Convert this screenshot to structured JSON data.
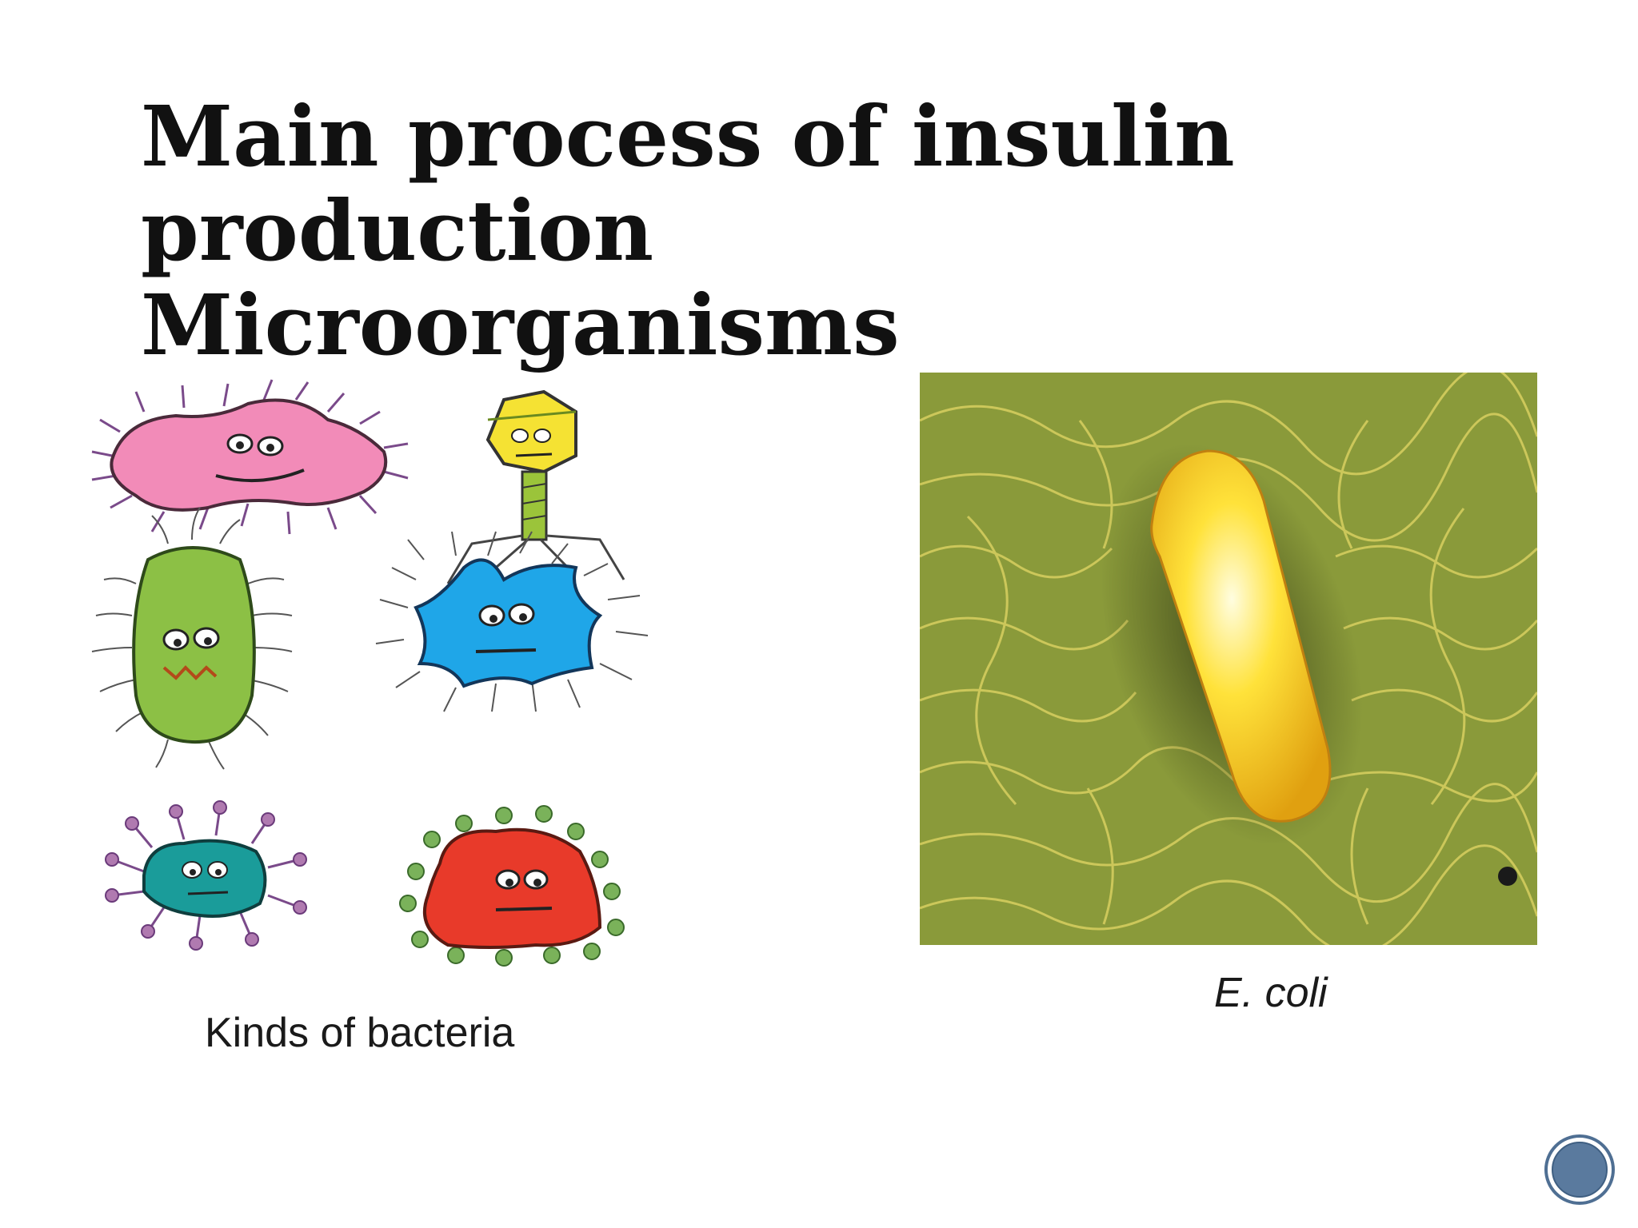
{
  "slide": {
    "title_lines": [
      "Main process of insulin",
      "production",
      "Microorganisms"
    ],
    "left_caption": "Kinds of bacteria",
    "right_caption": "E. coli"
  },
  "colors": {
    "title": "#111111",
    "nav_button": "#4f6f93",
    "ecoli_background": "#8a9a3a",
    "ecoli_cell": "#ffd21a"
  },
  "icons": {
    "nav_button": "circle-button-icon"
  }
}
